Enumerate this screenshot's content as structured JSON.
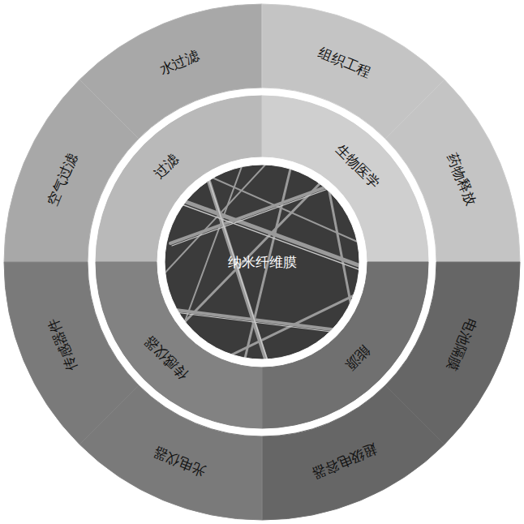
{
  "diagram": {
    "nodes": [
      {
        "text": [
          "纳米纤维膜"
        ]
      },
      {
        "text": [
          "过滤"
        ]
      },
      {
        "text": [
          "生物医学"
        ]
      },
      {
        "text": [
          "能源"
        ]
      },
      {
        "text": [
          "传感仪器"
        ]
      },
      {
        "text": [
          "空气过滤"
        ]
      },
      {
        "text": [
          "水过滤"
        ]
      },
      {
        "text": [
          "组织工程"
        ]
      },
      {
        "text": [
          "药物释放"
        ]
      },
      {
        "text": [
          "电池隔膜"
        ]
      },
      {
        "text": [
          "超级电容器"
        ]
      },
      {
        "text": [
          "光电仪器"
        ]
      },
      {
        "text": [
          "传感器件"
        ]
      }
    ]
  }
}
